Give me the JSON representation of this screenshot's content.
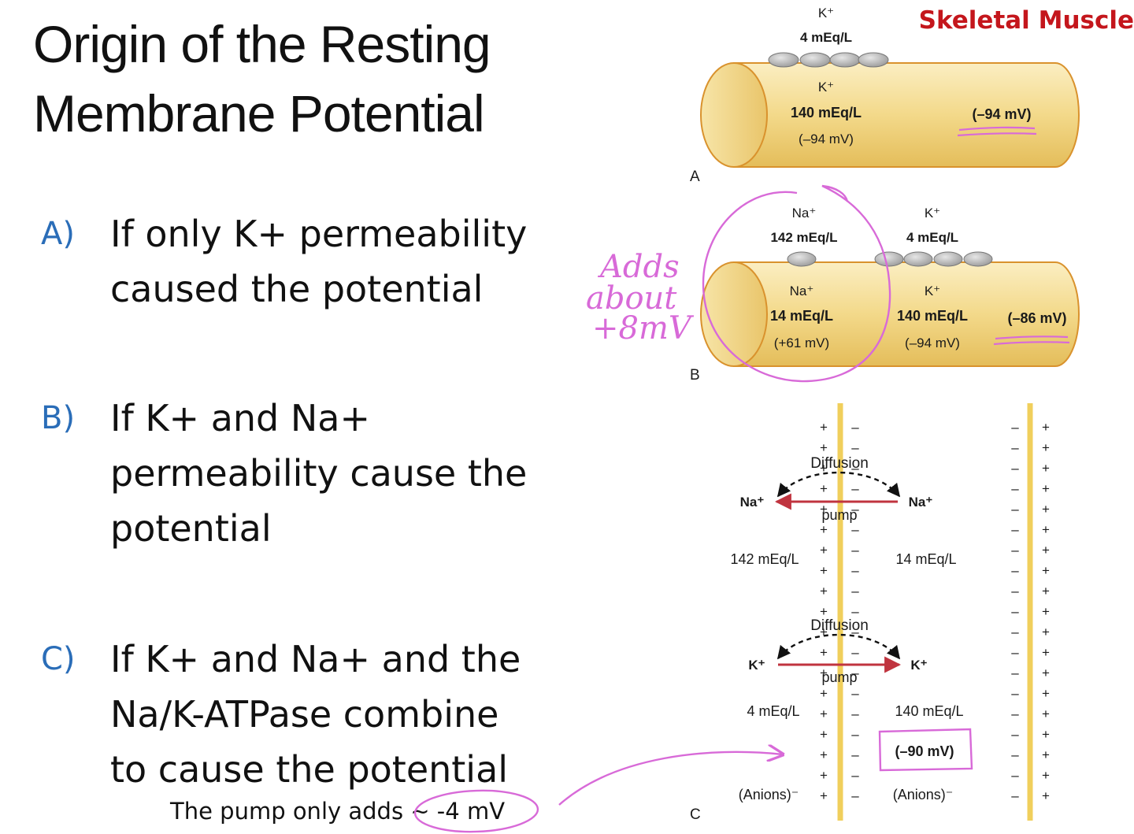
{
  "slide": {
    "title_line1": "Origin of the Resting",
    "title_line2": "Membrane Potential",
    "brand": "Skeletal Muscle"
  },
  "bullets": [
    {
      "marker": "A)",
      "lines": [
        "If only K+ permeability",
        "caused the potential"
      ]
    },
    {
      "marker": "B)",
      "lines": [
        "If K+ and Na+",
        "permeability cause the",
        "potential"
      ]
    },
    {
      "marker": "C)",
      "lines": [
        "If K+ and Na+ and the",
        "Na/K-ATPase combine",
        "to cause the potential"
      ]
    }
  ],
  "footnote": "The pump only adds ~ -4 mV",
  "panel_a": {
    "label": "A",
    "outer_ion": "K⁺",
    "outer_conc": "4 mEq/L",
    "inner_ion": "K⁺",
    "inner_conc": "140 mEq/L",
    "inner_potential": "(–94 mV)",
    "net_potential": "(–94 mV)"
  },
  "panel_b": {
    "label": "B",
    "na_outer_ion": "Na⁺",
    "na_outer_conc": "142 mEq/L",
    "k_outer_ion": "K⁺",
    "k_outer_conc": "4 mEq/L",
    "na_inner_ion": "Na⁺",
    "na_inner_conc": "14 mEq/L",
    "na_potential": "(+61 mV)",
    "k_inner_ion": "K⁺",
    "k_inner_conc": "140 mEq/L",
    "k_potential": "(–94 mV)",
    "net_potential": "(–86 mV)"
  },
  "panel_c": {
    "label": "C",
    "diffusion_label": "Diffusion",
    "pump_label": "pump",
    "na_left": "Na⁺",
    "na_right": "Na⁺",
    "na_outside_conc": "142 mEq/L",
    "na_inside_conc": "14 mEq/L",
    "k_left": "K⁺",
    "k_right": "K⁺",
    "k_outside_conc": "4 mEq/L",
    "k_inside_conc": "140 mEq/L",
    "net_potential": "(–90 mV)",
    "anions_outside": "(Anions)⁻",
    "anions_inside": "(Anions)⁻"
  },
  "annotations": {
    "handwritten_note_line1": "Adds",
    "handwritten_note_line2": "about",
    "handwritten_note_line3": "+8mV",
    "ink_color": "#d86ad8"
  },
  "colors": {
    "marker_blue": "#2a6db8",
    "brand_red": "#c4161c",
    "fiber_fill": "#f3d98a",
    "membrane_yellow": "#f0cf5c",
    "pump_arrow": "#c0343f"
  }
}
